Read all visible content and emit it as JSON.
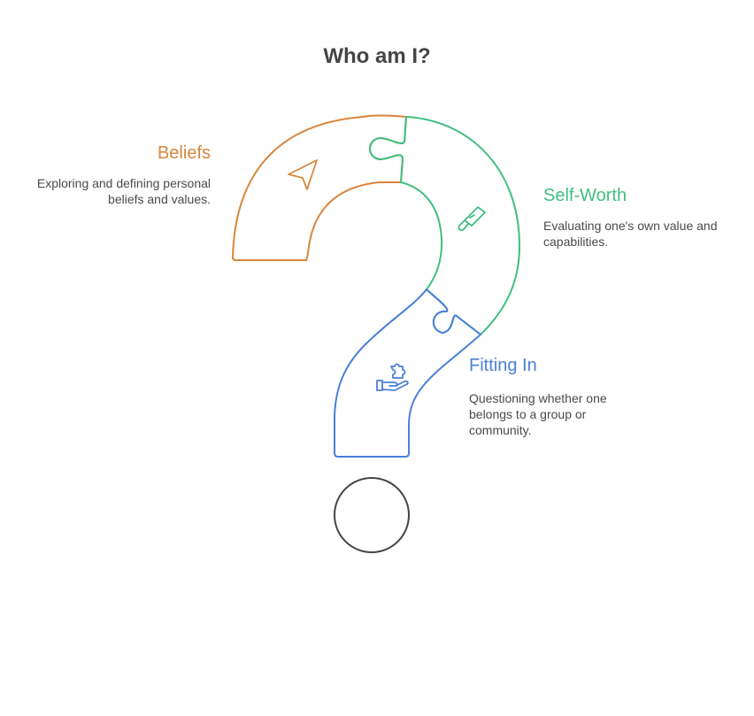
{
  "title": "Who am I?",
  "colors": {
    "beliefs": "#D9853B",
    "self_worth": "#3FBF7F",
    "fitting_in": "#4A7FD8",
    "dot": "#444444",
    "text": "#4a4a4a"
  },
  "segments": [
    {
      "key": "beliefs",
      "heading": "Beliefs",
      "description": "Exploring and defining personal beliefs and values.",
      "icon": "navigation-arrow-icon"
    },
    {
      "key": "self_worth",
      "heading": "Self-Worth",
      "description": "Evaluating one's own value and capabilities.",
      "icon": "pen-icon"
    },
    {
      "key": "fitting_in",
      "heading": "Fitting In",
      "description": "Questioning whether one belongs to a group or community.",
      "icon": "hand-puzzle-icon"
    }
  ]
}
